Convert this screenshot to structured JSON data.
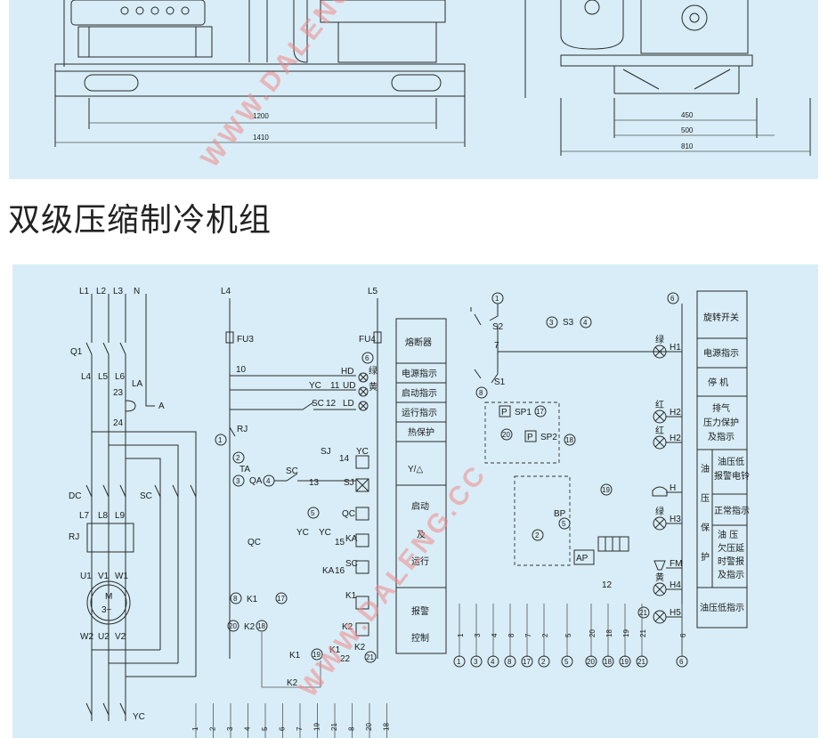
{
  "section_title": "双级压缩制冷机组",
  "watermark_text": "WWW.DALENG.CC",
  "top_dims": {
    "left": [
      "1200",
      "1410"
    ],
    "right": [
      "450",
      "500",
      "810"
    ]
  },
  "power": {
    "phases": [
      "L1",
      "L2",
      "L3",
      "N"
    ],
    "q1": "Q1",
    "l_after": [
      "L4",
      "L5",
      "L6"
    ],
    "n23": "23",
    "n24": "24",
    "la": "LA",
    "a": "A",
    "dc": "DC",
    "sc": "SC",
    "rj": "RJ",
    "l_motor": [
      "L7",
      "L8",
      "L9"
    ],
    "uvw_top": [
      "U1",
      "V1",
      "W1"
    ],
    "motor_m": "M",
    "motor_ph": "3~",
    "uvw_bot": [
      "W2",
      "U2",
      "V2"
    ],
    "yc": "YC"
  },
  "control": {
    "l4": "L4",
    "l5": "L5",
    "fu3": "FU3",
    "fu4": "FU4",
    "n10": "10",
    "hd": "HD",
    "yc": "YC",
    "n11": "11",
    "ud": "UD",
    "sc": "SC",
    "n12": "12",
    "ld": "LD",
    "c6": "6",
    "lv": "绿",
    "huang": "黄",
    "c1": "1",
    "rj": "RJ",
    "c2": "2",
    "ta": "TA",
    "c3": "3",
    "qa": "QA",
    "c4": "4",
    "n13": "13",
    "sj": "SJ",
    "n14": "14",
    "sj2": "SJ",
    "ycc": "YC",
    "c5": "5",
    "qc": "QC",
    "yc2": "YC",
    "yc3": "YC",
    "n15": "15",
    "ka": "KA",
    "qc2": "QC",
    "ka2": "KA",
    "n16": "16",
    "sc2": "SC",
    "c8": "8",
    "k1a": "K1",
    "c17": "17",
    "k1b": "K1",
    "c20": "20",
    "k2a": "K2",
    "c18": "18",
    "k2b": "K2",
    "k1c": "K1",
    "c19": "19",
    "k1d": "K1",
    "n22": "22",
    "k2c": "K2",
    "c21": "21",
    "k2d": "K2"
  },
  "legend_mid": {
    "items": [
      "熔断器",
      "电源指示",
      "启动指示",
      "运行指示",
      "热保护"
    ],
    "star_delta": "Y/△",
    "start_run": [
      "启动",
      "及",
      "运行"
    ],
    "alarm": [
      "报警",
      "控制"
    ]
  },
  "bottom_terminals_left": [
    "1",
    "2",
    "3",
    "4",
    "5",
    "6",
    "7",
    "19",
    "21",
    "8",
    "20",
    "18"
  ],
  "aux": {
    "c1": "1",
    "s2": "S2",
    "n7": "7",
    "c3": "3",
    "s3": "S3",
    "c4": "4",
    "s1": "S1",
    "c8": "8",
    "p1": "P",
    "sp1": "SP1",
    "c17": "17",
    "c20": "20",
    "p2": "P",
    "sp2": "SP2",
    "c18": "18",
    "c19": "19",
    "bp": "BP",
    "c2": "2",
    "c5": "5",
    "ap": "AP",
    "n12": "12",
    "c21": "21",
    "c6": "6",
    "lamps": [
      {
        "color": "绿",
        "id": "H1"
      },
      {
        "color": "红",
        "id": "H2"
      },
      {
        "color": "红",
        "id": "H2"
      },
      {
        "color": "",
        "id": "H"
      },
      {
        "color": "绿",
        "id": "H3"
      },
      {
        "color": "",
        "id": "FM"
      },
      {
        "color": "黄",
        "id": "H4"
      },
      {
        "color": "",
        "id": "H5"
      }
    ]
  },
  "aux_terminal_labels": [
    "1",
    "3",
    "4",
    "8",
    "7",
    "2",
    "5",
    "20",
    "18",
    "19",
    "21",
    "6"
  ],
  "aux_terminal_circles": [
    "1",
    "3",
    "4",
    "8",
    "17",
    "2",
    "5",
    "20",
    "18",
    "19",
    "21",
    "6"
  ],
  "legend_right": {
    "rows": [
      "旋转开关",
      "电源指示",
      "停 机"
    ],
    "exhaust": [
      "排气",
      "压力保护",
      "及指示"
    ],
    "oil_side": [
      "油",
      "压",
      "保",
      "护"
    ],
    "oil_items": [
      [
        "油压低",
        "报警电铃"
      ],
      [
        "正常指示"
      ],
      [
        "油 压",
        "欠压延",
        "时警报",
        "及指示"
      ]
    ],
    "last": "油压低指示"
  }
}
